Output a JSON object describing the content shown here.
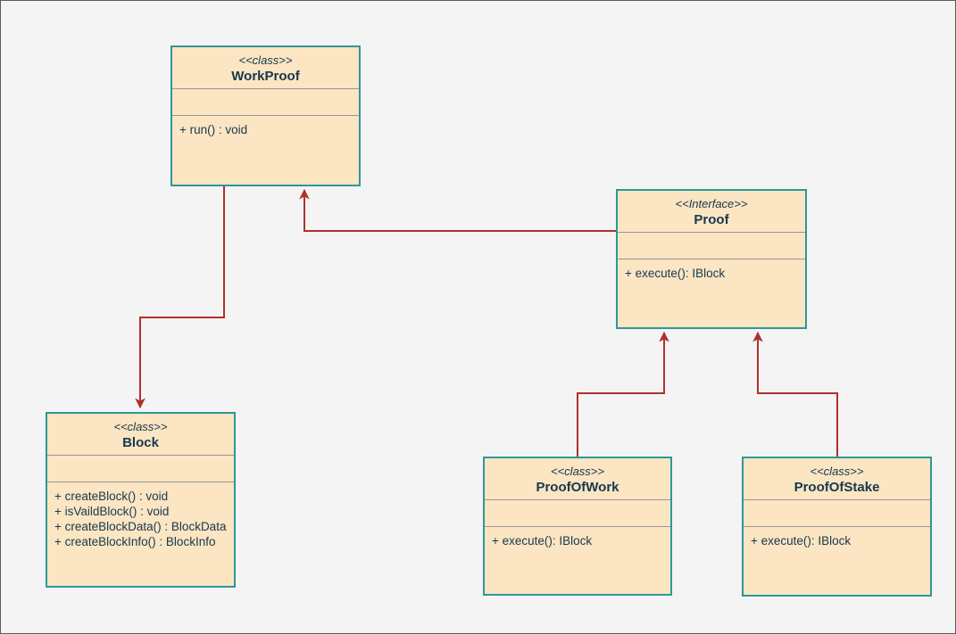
{
  "diagram": {
    "type": "uml-class-diagram",
    "colors": {
      "background": "#f4f4f5",
      "frame_border": "#5b5b5e",
      "box_fill": "#fbe5c2",
      "box_border": "#2d9897",
      "section_divider": "#979797",
      "text": "#17384e",
      "arrow": "#af312b"
    }
  },
  "classes": [
    {
      "id": "workproof",
      "stereotype": "<<class>>",
      "name": "WorkProof",
      "attributes": [],
      "methods": [
        "+ run() : void"
      ]
    },
    {
      "id": "proof",
      "stereotype": "<<Interface>>",
      "name": "Proof",
      "attributes": [],
      "methods": [
        "+ execute(): IBlock"
      ]
    },
    {
      "id": "block",
      "stereotype": "<<class>>",
      "name": "Block",
      "attributes": [],
      "methods": [
        "+ createBlock() : void",
        "+ isVaildBlock() : void",
        "+ createBlockData() : BlockData",
        "+ createBlockInfo() : BlockInfo"
      ]
    },
    {
      "id": "proofofwork",
      "stereotype": "<<class>>",
      "name": "ProofOfWork",
      "attributes": [],
      "methods": [
        "+ execute(): IBlock"
      ]
    },
    {
      "id": "proofofstake",
      "stereotype": "<<class>>",
      "name": "ProofOfStake",
      "attributes": [],
      "methods": [
        "+ execute(): IBlock"
      ]
    }
  ],
  "relationships": [
    {
      "from": "WorkProof",
      "to": "Block",
      "style": "directed-arrow"
    },
    {
      "from": "Proof",
      "to": "WorkProof",
      "style": "directed-arrow"
    },
    {
      "from": "ProofOfWork",
      "to": "Proof",
      "style": "directed-arrow"
    },
    {
      "from": "ProofOfStake",
      "to": "Proof",
      "style": "directed-arrow"
    }
  ]
}
